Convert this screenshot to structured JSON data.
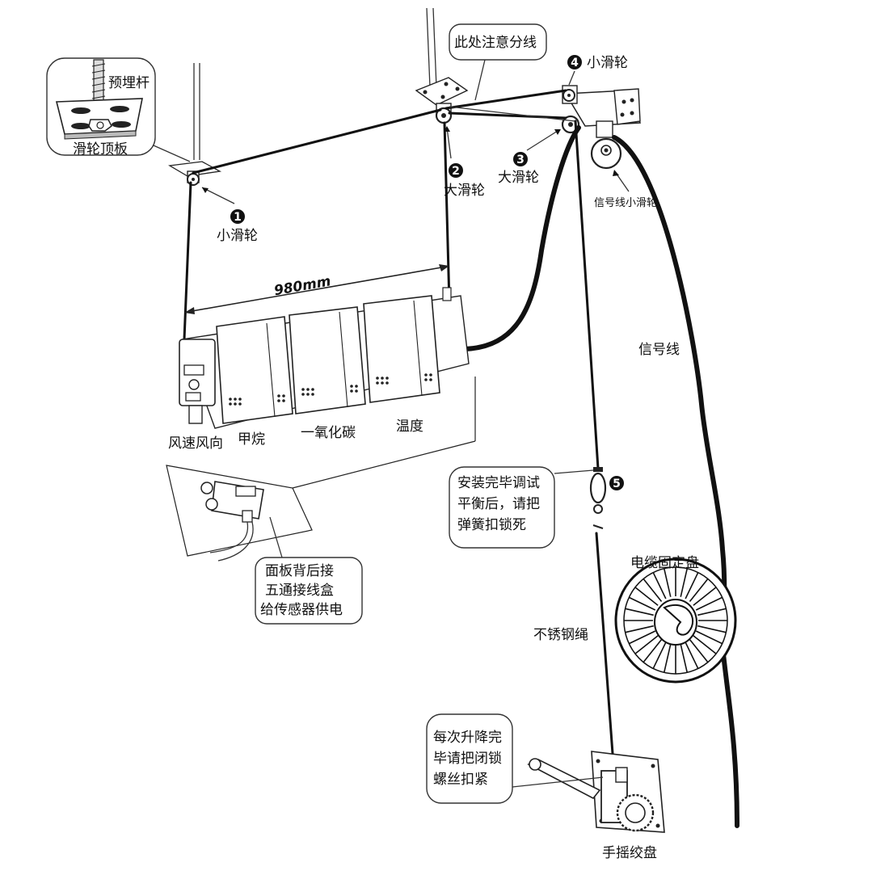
{
  "labels": {
    "embedded_rod": "预埋杆",
    "pulley_top_plate": "滑轮顶板",
    "pulley_1": "小滑轮",
    "pulley_2": "大滑轮",
    "pulley_3": "大滑轮",
    "pulley_4": "小滑轮",
    "split_note": "此处注意分线",
    "signal_pulley": "信号线小滑轮",
    "signal_line": "信号线",
    "dimension": "980mm",
    "sensor_wind": "风速风向",
    "sensor_methane": "甲烷",
    "sensor_co": "一氧化碳",
    "sensor_temp": "温度",
    "cable_reel": "电缆固定盘",
    "steel_rope": "不锈钢绳",
    "hand_winch": "手摇绞盘"
  },
  "markers": {
    "m1": "1",
    "m2": "2",
    "m3": "3",
    "m4": "4",
    "m5": "5"
  },
  "notes": {
    "back_panel": [
      "面板背后接",
      "五通接线盒",
      "给传感器供电"
    ],
    "spring_lock": [
      "安装完毕调试",
      "平衡后，请把",
      "弹簧扣锁死"
    ],
    "winch_lock": [
      "每次升降完",
      "毕请把闭锁",
      "螺丝扣紧"
    ]
  }
}
